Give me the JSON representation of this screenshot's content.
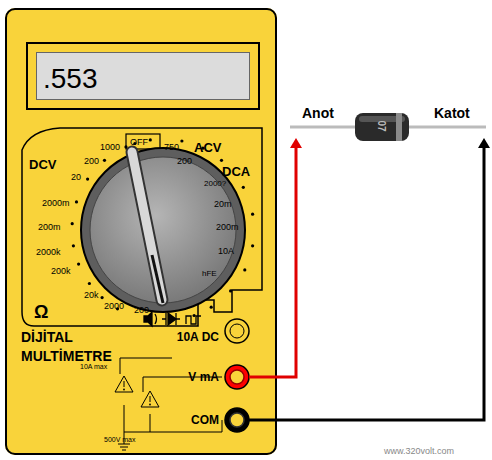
{
  "diagram": {
    "nodes": [
      {
        "text": [
          "DİJİTAL MULTİMETRE"
        ]
      },
      {
        "text": [
          ".553"
        ],
        "in": 0
      },
      {
        "text": [
          "10A DC"
        ],
        "in": 0
      },
      {
        "text": [
          "V mA"
        ],
        "in": 0
      },
      {
        "text": [
          "COM"
        ],
        "in": 0
      },
      {
        "text": [
          "Anot"
        ]
      },
      {
        "text": [
          "Katot"
        ]
      }
    ],
    "edges": [
      {
        "from": 3,
        "to": 5,
        "arrow": "to"
      },
      {
        "from": 4,
        "to": 6,
        "arrow": "to"
      }
    ],
    "labels": [
      "OFF",
      "1000",
      "750",
      "ACV",
      "DCV",
      "200",
      "200",
      "DCA",
      "20",
      "2000?",
      "2000m",
      "20m",
      "200m",
      "200m",
      "2000k",
      "10A",
      "200k",
      "hFE",
      "20k",
      "2000",
      "200",
      "Ω",
      "10A max",
      "500V max",
      "07",
      "www.320volt.com"
    ]
  }
}
